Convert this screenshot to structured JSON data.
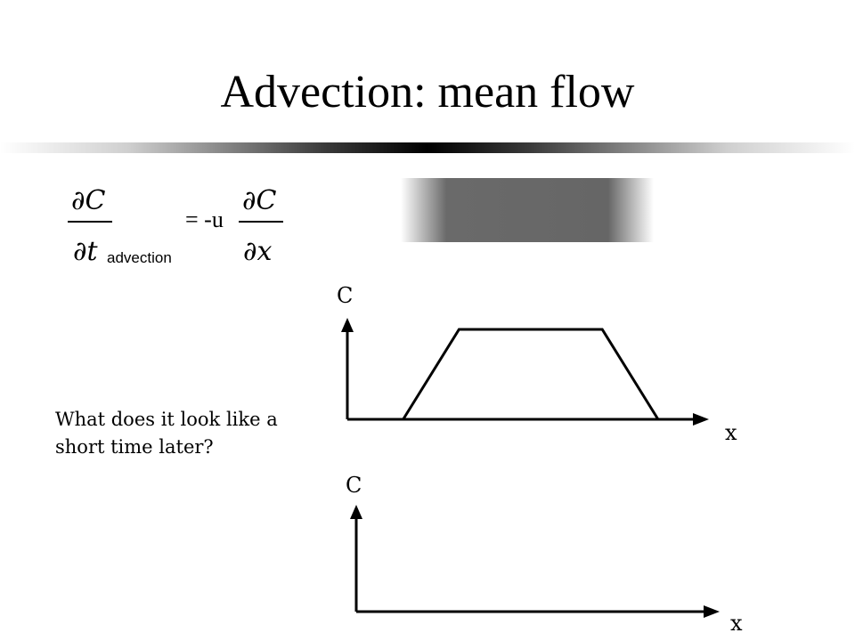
{
  "slide": {
    "title": "Advection: mean flow",
    "question": "What does it look like a short time later?"
  },
  "equation": {
    "numerator_left": "∂C",
    "denominator_left": "∂t",
    "subscript": "advection",
    "equals": "= -u",
    "numerator_right": "∂C",
    "denominator_right": "∂x"
  },
  "plots": {
    "top": {
      "y_label": "C",
      "x_label": "x"
    },
    "bottom": {
      "y_label": "C",
      "x_label": "x"
    }
  },
  "chart_data": {
    "type": "line",
    "title": "",
    "xlabel": "x",
    "ylabel": "C",
    "series": [
      {
        "x": [
          0.16,
          0.32,
          0.73,
          0.89
        ],
        "y": [
          0,
          1,
          1,
          0
        ]
      }
    ]
  }
}
